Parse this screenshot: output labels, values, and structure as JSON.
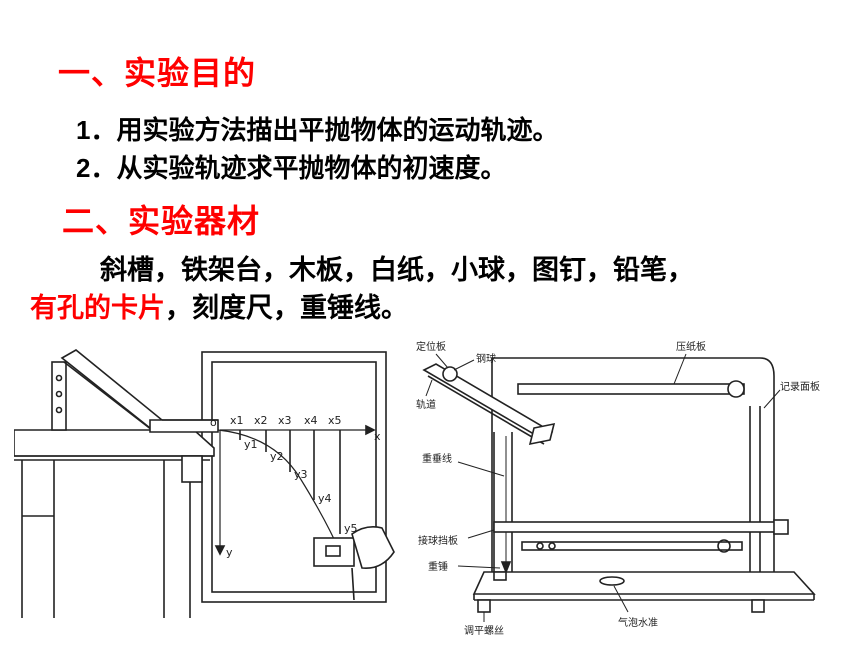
{
  "sections": [
    {
      "title": "一、实验目的"
    },
    {
      "title": "二、实验器材"
    }
  ],
  "purpose_items": [
    {
      "num": "1．",
      "text": "用实验方法描出平抛物体的运动轨迹。"
    },
    {
      "num": "2．",
      "text": "从实验轨迹求平抛物体的初速度。"
    }
  ],
  "materials": {
    "line1_parts": [
      "斜槽，铁架台，木板，白纸，小球，图钉，",
      "铅笔，"
    ],
    "line2_red": "有孔的卡片",
    "line2_rest": "，刻度尺，重锤线。"
  },
  "left_figure": {
    "origin": "o",
    "x_axis": "x",
    "y_axis": "y",
    "x_labels": [
      "x1",
      "x2",
      "x3",
      "x4",
      "x5"
    ],
    "y_labels": [
      "y1",
      "y2",
      "y3",
      "y4",
      "y5"
    ]
  },
  "right_figure": {
    "labels": {
      "positioning_plate": "定位板",
      "steel_ball": "钢球",
      "track": "轨道",
      "press_plate": "压纸板",
      "record_plate": "记录面板",
      "plumb_line": "重垂线",
      "catch_plate": "接球挡板",
      "weight": "重锤",
      "leveling_screw": "调平螺丝",
      "bubble_level": "气泡水准"
    }
  }
}
